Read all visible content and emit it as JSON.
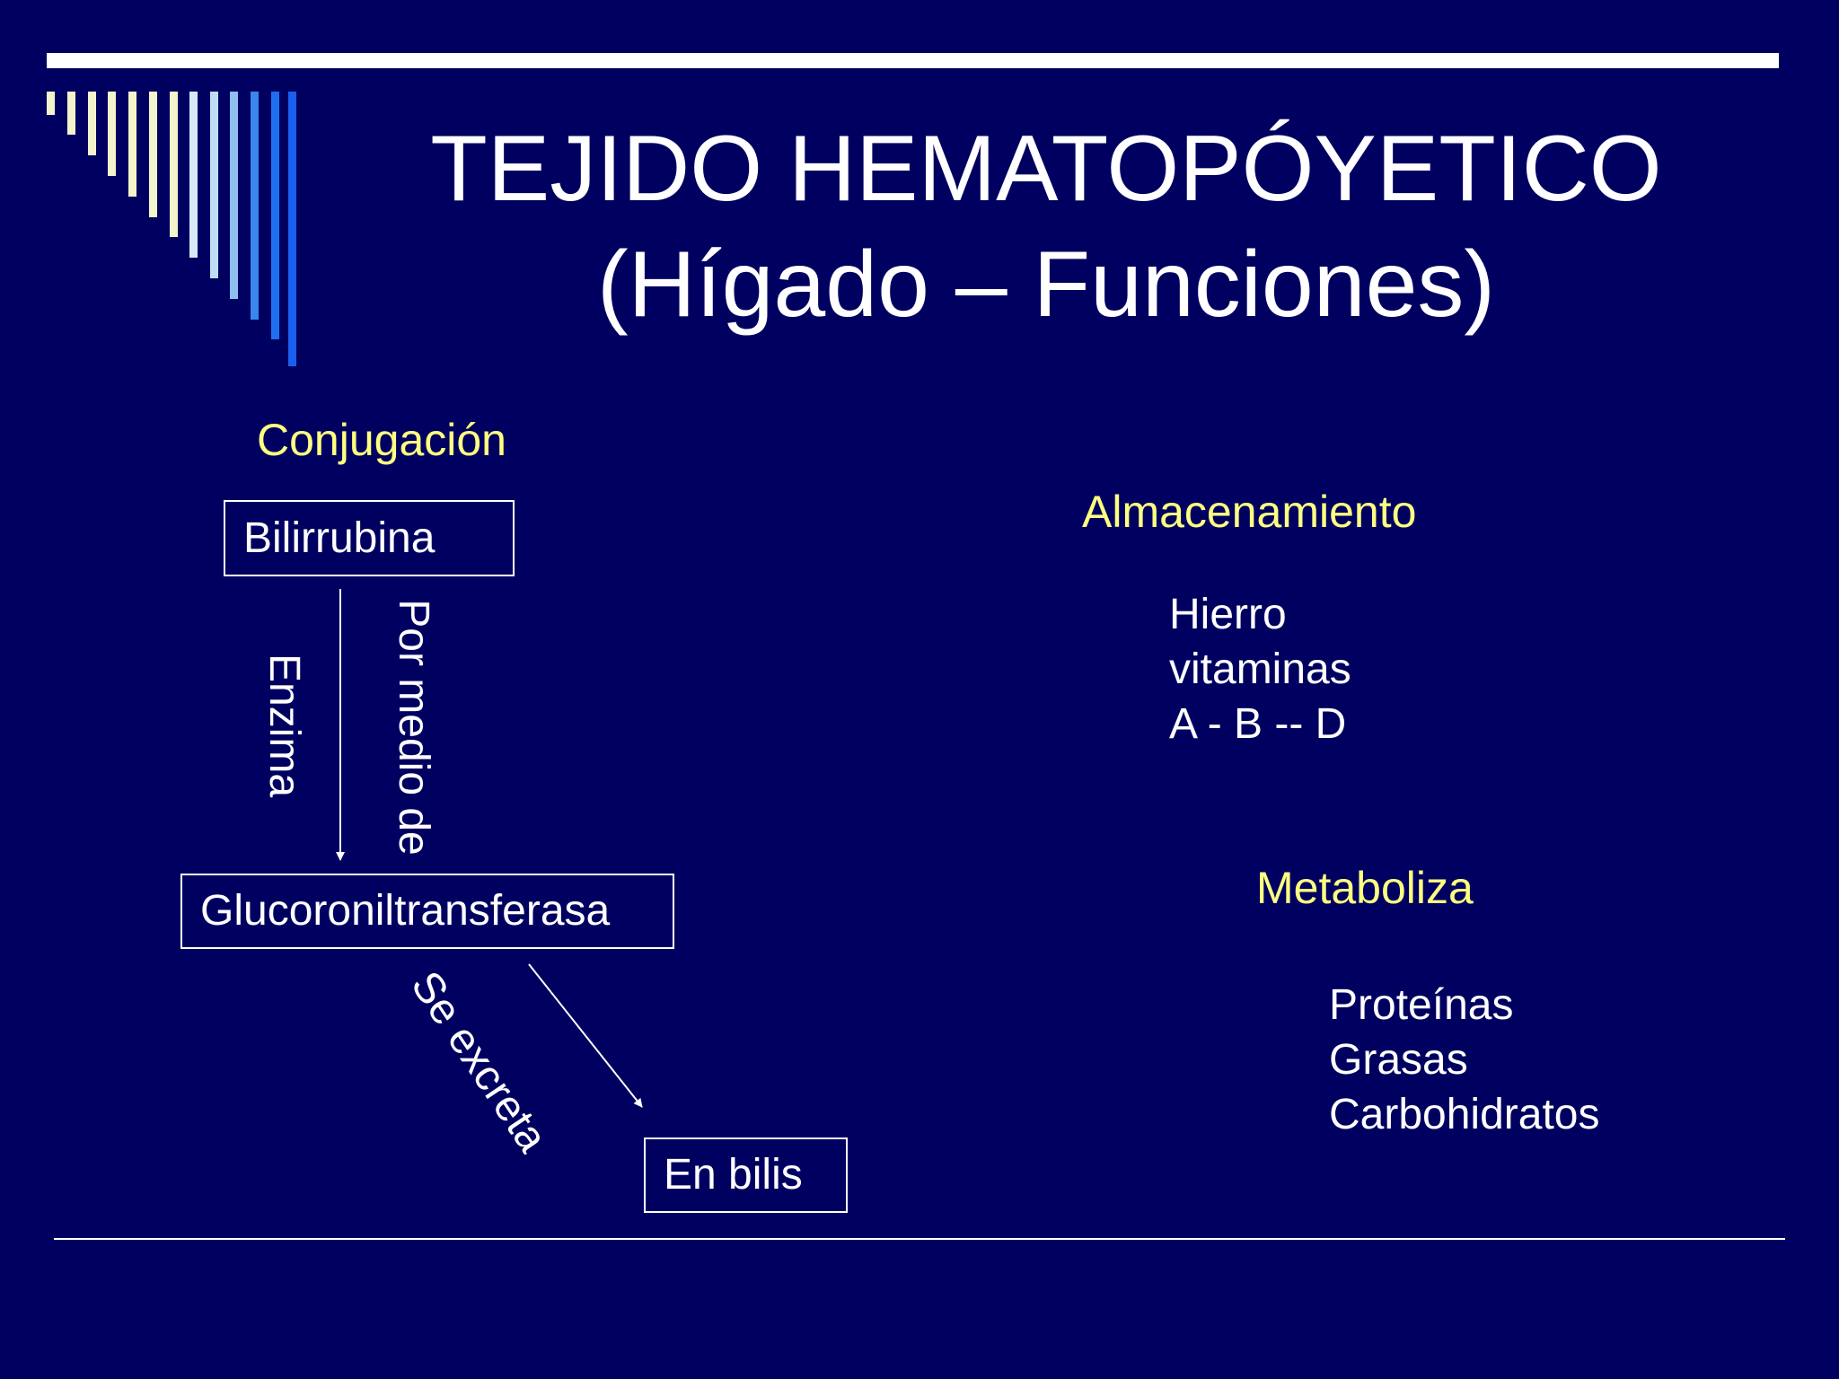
{
  "slide": {
    "title_line_1": "TEJIDO  HEMATOPÓYETICO",
    "title_line_2": "(Hígado – Funciones)"
  },
  "colors": {
    "background": "#000060",
    "heading": "#ffff80",
    "text": "#ffffff"
  },
  "conjugacion": {
    "heading": "Conjugación",
    "box_bilirrubina": "Bilirrubina",
    "label_enzima": "Enzima",
    "label_por_medio": "Por medio de",
    "box_glucoronil": "Glucoroniltransferasa",
    "label_excreta": "Se excreta",
    "box_bilis": "En bilis"
  },
  "almacenamiento": {
    "heading": "Almacenamiento",
    "items": [
      "Hierro",
      "vitaminas",
      "A - B -- D"
    ]
  },
  "metaboliza": {
    "heading": "Metaboliza",
    "items": [
      "Proteínas",
      "Grasas",
      "Carbohidratos"
    ]
  }
}
